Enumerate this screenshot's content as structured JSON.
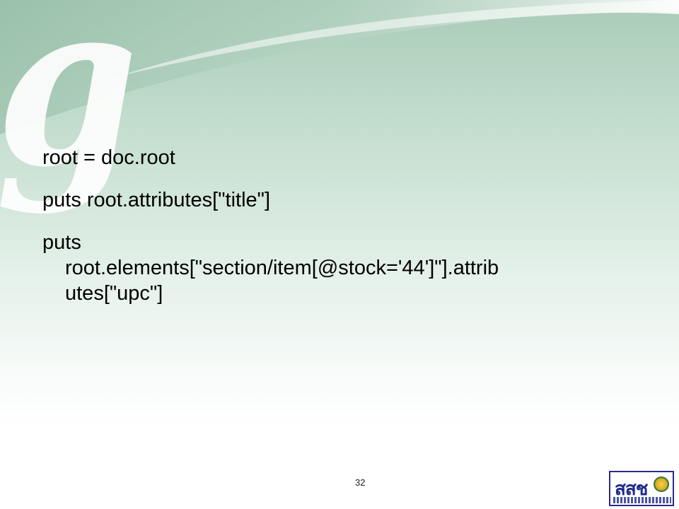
{
  "code_lines": {
    "line1": "root = doc.root",
    "line2": "puts root.attributes[\"title\"]",
    "line3_head": "puts",
    "line3_cont1": "root.elements[\"section/item[@stock='44']\"].attrib",
    "line3_cont2": "utes[\"upc\"]"
  },
  "footer": {
    "page_number": "32",
    "logo_text": "สสช",
    "logo_icon": "seal-icon"
  },
  "colors": {
    "background_top": "#a9cbb7",
    "background_bottom": "#ffffff",
    "logo_blue": "#1e2a8c"
  },
  "decoration": {
    "script_letter": "g"
  }
}
